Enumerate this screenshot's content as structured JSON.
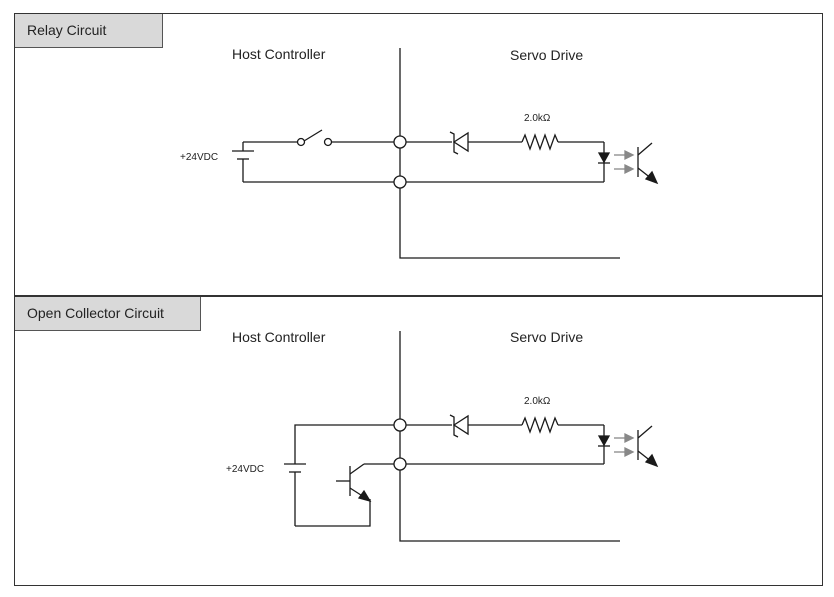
{
  "relay": {
    "title": "Relay Circuit",
    "host_label": "Host Controller",
    "servo_label": "Servo Drive",
    "supply_label": "+24VDC",
    "resistor_label": "2.0kΩ"
  },
  "open_collector": {
    "title": "Open Collector Circuit",
    "host_label": "Host Controller",
    "servo_label": "Servo Drive",
    "supply_label": "+24VDC",
    "resistor_label": "2.0kΩ"
  }
}
